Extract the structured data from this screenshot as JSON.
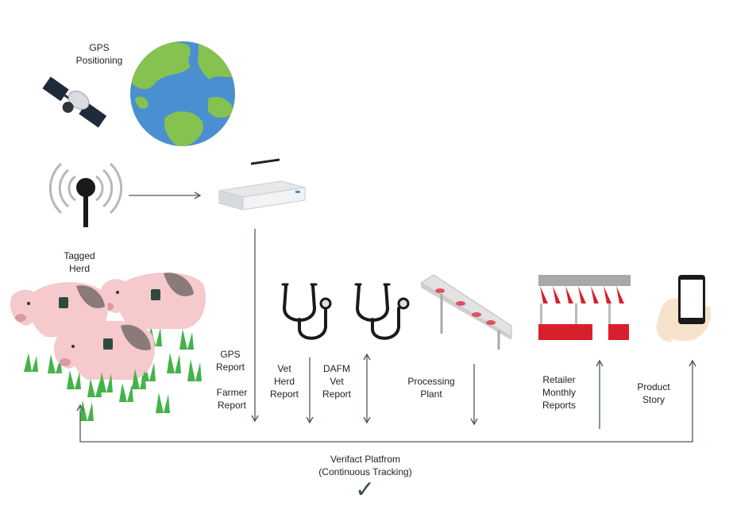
{
  "labels": {
    "gps_positioning": [
      "GPS",
      "Positioning"
    ],
    "tagged_herd": [
      "Tagged",
      "Herd"
    ],
    "gps_report": [
      "GPS",
      "Report"
    ],
    "farmer_report": [
      "Farmer",
      "Report"
    ],
    "vet_herd_report": [
      "Vet",
      "Herd",
      "Report"
    ],
    "dafm_vet_report": [
      "DAFM",
      "Vet",
      "Report"
    ],
    "processing_plant": [
      "Processing",
      "Plant"
    ],
    "retailer_monthly_reports": [
      "Retailer",
      "Monthly",
      "Reports"
    ],
    "product_story": [
      "Product",
      "Story"
    ],
    "platform": [
      "Verifact Platfrom",
      "(Continuous Tracking)"
    ]
  },
  "icons": {
    "satellite": "satellite-icon",
    "globe": "globe-icon",
    "antenna": "antenna-icon",
    "server": "server-icon",
    "herd": "pig-herd-icon",
    "stethoscope_vet": "stethoscope-icon",
    "stethoscope_dafm": "stethoscope-icon",
    "conveyor": "conveyor-icon",
    "shop": "shop-icon",
    "phone": "smartphone-icon",
    "check": "check-icon"
  },
  "check_glyph": "✓",
  "colors": {
    "line": "#4a5e54",
    "ocean": "#4a90d0",
    "land": "#86c24f",
    "pig": "#f6c9cc",
    "grass": "#45b34b",
    "awning_red": "#d8202c"
  }
}
